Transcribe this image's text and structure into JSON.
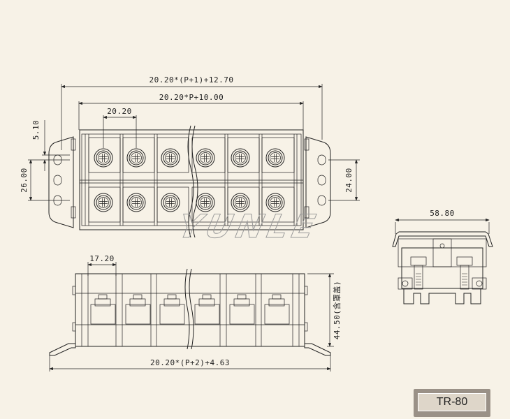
{
  "model": "TR-80",
  "watermark": "YUNLE",
  "dimensions": {
    "overall_top": "20.20*(P+1)+12.70",
    "pitch_top": "20.20*P+10.00",
    "pitch": "20.20",
    "hole_offset": "5.10",
    "hole_spacing_left": "26.00",
    "hole_spacing_right": "24.00",
    "side_width": "58.80",
    "front_pitch": "17.20",
    "height": "44.50(含罩盖)",
    "overall_bottom": "20.20*(P+2)+4.63"
  },
  "colors": {
    "line": "#222222",
    "background": "#f7f2e7",
    "label_frame": "#9a9187"
  }
}
